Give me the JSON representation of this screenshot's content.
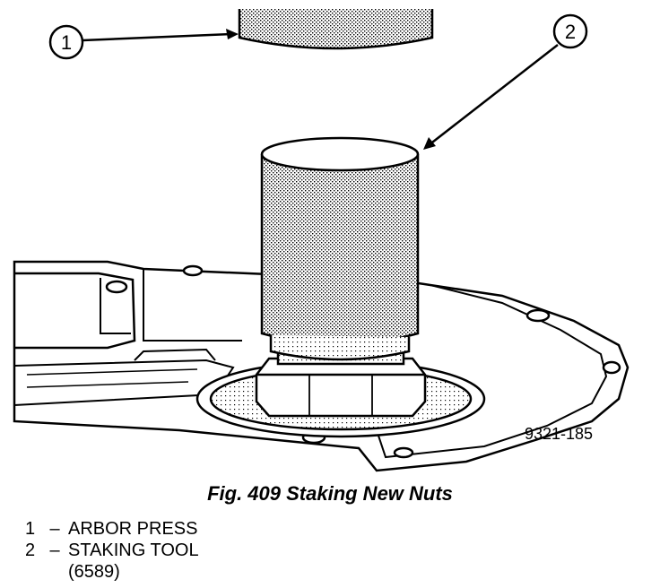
{
  "figure": {
    "callouts": [
      {
        "number": "1",
        "name": "ARBOR PRESS"
      },
      {
        "number": "2",
        "name": "STAKING TOOL",
        "detail": "(6589)"
      }
    ],
    "drawing_code": "9321-185",
    "caption": "Fig. 409 Staking New Nuts"
  },
  "legend": {
    "separator": "–"
  }
}
